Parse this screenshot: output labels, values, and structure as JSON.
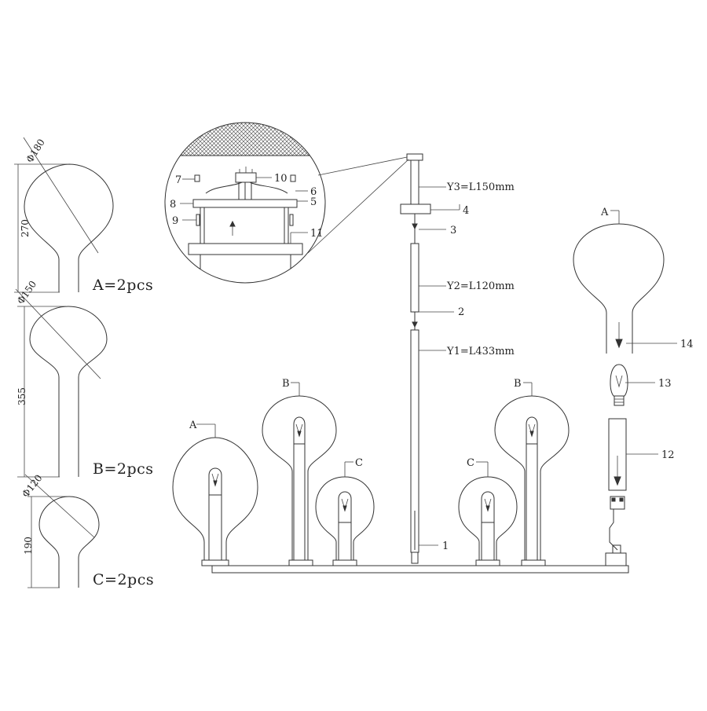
{
  "left_shades": [
    {
      "caption": "A=2pcs",
      "diameter": "Φ180",
      "height": "270"
    },
    {
      "caption": "B=2pcs",
      "diameter": "Φ150",
      "height": "355"
    },
    {
      "caption": "C=2pcs",
      "diameter": "Φ120",
      "height": "190"
    }
  ],
  "rod_labels": {
    "y3": "Y3=L150mm",
    "y2": "Y2=L120mm",
    "y1": "Y1=L433mm"
  },
  "part_numbers": [
    "1",
    "2",
    "3",
    "4",
    "5",
    "6",
    "7",
    "8",
    "9",
    "10",
    "11",
    "12",
    "13",
    "14"
  ],
  "fixture_shade_letters": [
    "A",
    "B",
    "C",
    "C",
    "B"
  ],
  "exploded_shade_letter": "A"
}
